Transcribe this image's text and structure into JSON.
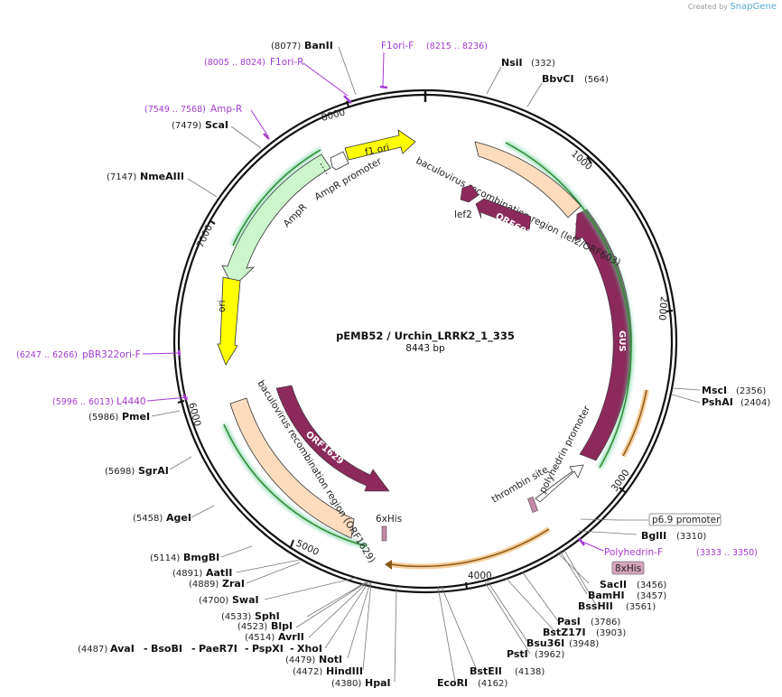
{
  "branding": {
    "created_by": "Created by",
    "app": "SnapGene"
  },
  "map": {
    "title": "pEMB52 / Urchin_LRRK2_1_335",
    "size": "8443 bp"
  },
  "ticks": [
    "1000",
    "2000",
    "3000",
    "4000",
    "5000",
    "6000",
    "7000",
    "8000"
  ],
  "enzymes": [
    {
      "name": "BanII",
      "pos": "(8077)"
    },
    {
      "name": "NsiI",
      "pos": "(332)"
    },
    {
      "name": "BbvCI",
      "pos": "(564)"
    },
    {
      "name": "ScaI",
      "pos": "(7479)"
    },
    {
      "name": "NmeAIII",
      "pos": "(7147)"
    },
    {
      "name": "MscI",
      "pos": "(2356)"
    },
    {
      "name": "PshAI",
      "pos": "(2404)"
    },
    {
      "name": "PmeI",
      "pos": "(5986)"
    },
    {
      "name": "SgrAI",
      "pos": "(5698)"
    },
    {
      "name": "BglII",
      "pos": "(3310)"
    },
    {
      "name": "AgeI",
      "pos": "(5458)"
    },
    {
      "name": "BmgBI",
      "pos": "(5114)"
    },
    {
      "name": "SacII",
      "pos": "(3456)"
    },
    {
      "name": "BamHI",
      "pos": "(3457)"
    },
    {
      "name": "BssHII",
      "pos": "(3561)"
    },
    {
      "name": "AatII",
      "pos": "(4891)"
    },
    {
      "name": "ZraI",
      "pos": "(4889)"
    },
    {
      "name": "SwaI",
      "pos": "(4700)"
    },
    {
      "name": "PasI",
      "pos": "(3786)"
    },
    {
      "name": "BstZ17I",
      "pos": "(3903)"
    },
    {
      "name": "SphI",
      "pos": "(4533)"
    },
    {
      "name": "BlpI",
      "pos": "(4523)"
    },
    {
      "name": "AvrII",
      "pos": "(4514)"
    },
    {
      "name": "Bsu36I",
      "pos": "(3948)"
    },
    {
      "name": "PstI",
      "pos": "(3962)"
    },
    {
      "name": "NotI",
      "pos": "(4479)"
    },
    {
      "name": "HindIII",
      "pos": "(4472)"
    },
    {
      "name": "BstEII",
      "pos": "(4138)"
    },
    {
      "name": "HpaI",
      "pos": "(4380)"
    },
    {
      "name": "EcoRI",
      "pos": "(4162)"
    }
  ],
  "multi_site": {
    "pos": "(4487)",
    "names": [
      "AvaI",
      "BsoBI",
      "PaeR7I",
      "PspXI",
      "XhoI"
    ]
  },
  "primers": [
    {
      "name": "F1ori-F",
      "range": "(8215 .. 8236)"
    },
    {
      "name": "F1ori-R",
      "range": "(8005 .. 8024)"
    },
    {
      "name": "Amp-R",
      "range": "(7549 .. 7568)"
    },
    {
      "name": "pBR322ori-F",
      "range": "(6247 .. 6266)"
    },
    {
      "name": "L4440",
      "range": "(5996 .. 6013)"
    },
    {
      "name": "Polyhedrin-F",
      "range": "(3333 .. 3350)"
    }
  ],
  "features": {
    "f1_ori": "f1 ori",
    "ampr_promoter": "AmpR promoter",
    "ampr": "AmpR",
    "ori": "ori",
    "bac_lef2": "baculovirus recombination region (lef2/ORF603)",
    "lef2": "lef2",
    "orf603": "ORF603",
    "gus": "GUS",
    "bac_orf1629": "baculovirus recombination region (ORF1629)",
    "orf1629": "ORF1629",
    "his6": "6xHis",
    "thrombin": "thrombin site",
    "polyhedrin": "polyhedrin promoter",
    "p69": "p6.9 promoter",
    "his8": "8xHis"
  },
  "colors": {
    "orf": "#8b2a5b",
    "yellow": "#ffff00",
    "peach": "#fcdcbd",
    "ampr": "#ccf5cc",
    "primer": "#a43ad0"
  }
}
